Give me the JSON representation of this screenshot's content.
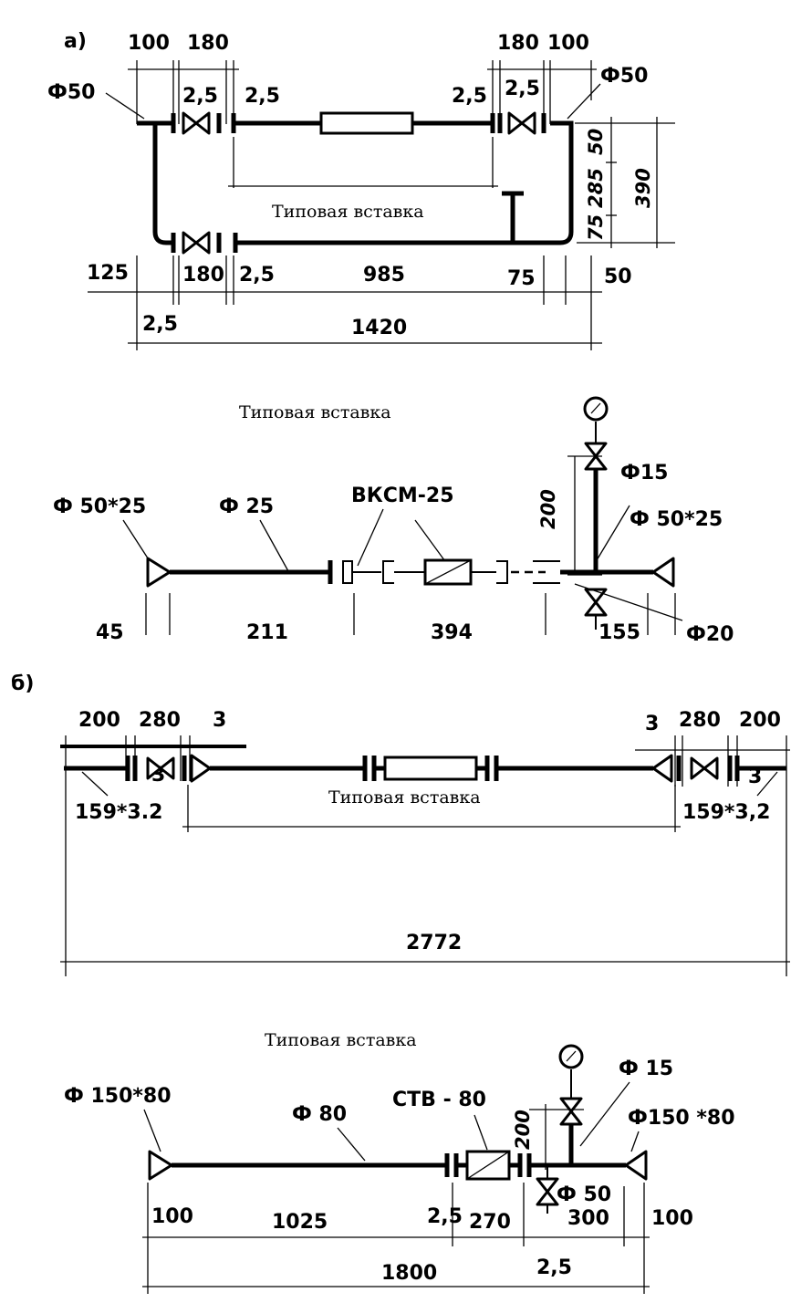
{
  "section_a": {
    "label": "а)",
    "d100": "100",
    "d180": "180",
    "d180r": "180",
    "d100r": "100",
    "phi50_left": "Ф50",
    "phi50_right": "Ф50",
    "gap1": "2,5",
    "gap2": "2,5",
    "gap3": "2,5",
    "gap4": "2,5",
    "insert": "Типовая вставка",
    "v75": "75",
    "v285": "285",
    "v50": "50",
    "v390": "390",
    "b125": "125",
    "b180": "180",
    "b25": "2,5",
    "b985": "985",
    "b75": "75",
    "b50": "50",
    "b25b": "2,5",
    "total": "1420"
  },
  "detail_a": {
    "title": "Типовая вставка",
    "phi50x25_l": "Ф 50*25",
    "phi25": "Ф 25",
    "vksm": "ВКСМ-25",
    "phi15": "Ф15",
    "h200": "200",
    "phi50x25_r": "Ф 50*25",
    "d45": "45",
    "d211": "211",
    "d394": "394",
    "d155": "155",
    "phi20": "Ф20"
  },
  "section_b": {
    "label": "б)",
    "d200": "200",
    "d280": "280",
    "d3a": "3",
    "d3b": "3",
    "d3c": "3",
    "d280r": "280",
    "d200r": "200",
    "d3d": "3",
    "pipe_l": "159*3.2",
    "insert": "Типовая вставка",
    "pipe_r": "159*3,2",
    "total": "2772"
  },
  "detail_b": {
    "title": "Типовая вставка",
    "phi150x80_l": "Ф 150*80",
    "phi80": "Ф 80",
    "stv": "СТВ - 80",
    "h200": "200",
    "phi15": "Ф 15",
    "phi150x80_r": "Ф150 *80",
    "phi50": "Ф 50",
    "d100": "100",
    "d1025": "1025",
    "d25": "2,5",
    "d270": "270",
    "d300": "300",
    "d100r": "100",
    "total": "1800",
    "d25b": "2,5"
  }
}
